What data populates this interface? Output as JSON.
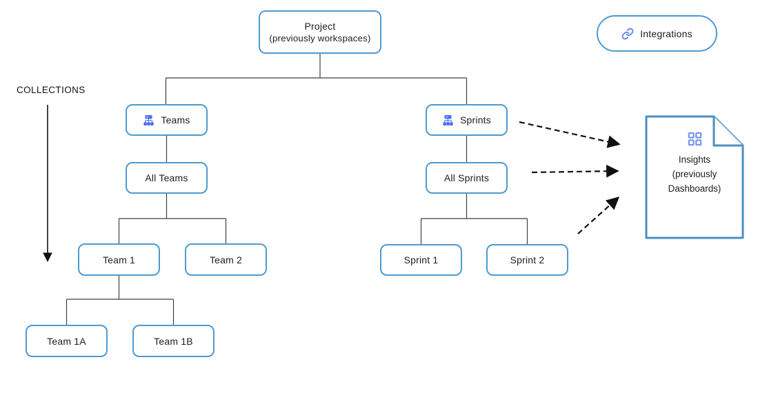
{
  "palette": {
    "node_border": "#4a9bd0",
    "doc_border": "#4a8fc0",
    "sitemap_icon_blue": "#4c6ef5",
    "grid_icon_blue": "#7b97f3",
    "link_icon_blue": "#5b7ff2",
    "connector_line": "#3f3f3f",
    "arrow_black": "#111111",
    "text": "#1c1c1e"
  },
  "collections": {
    "label": "COLLECTIONS"
  },
  "integrations": {
    "label": "Integrations",
    "icon": "link-icon"
  },
  "nodes": {
    "project": {
      "line1": "Project",
      "line2": "(previously workspaces)"
    },
    "teams": {
      "label": "Teams",
      "icon": "sitemap-icon"
    },
    "all_teams": {
      "label": "All Teams"
    },
    "team1": {
      "label": "Team 1"
    },
    "team2": {
      "label": "Team 2"
    },
    "team1a": {
      "label": "Team 1A"
    },
    "team1b": {
      "label": "Team 1B"
    },
    "sprints": {
      "label": "Sprints",
      "icon": "sitemap-icon"
    },
    "all_sprints": {
      "label": "All Sprints"
    },
    "sprint1": {
      "label": "Sprint 1"
    },
    "sprint2": {
      "label": "Sprint 2"
    }
  },
  "insights": {
    "line1": "Insights",
    "line2": "(previously",
    "line3": "Dashboards)",
    "icon": "dashboard-grid-icon"
  }
}
